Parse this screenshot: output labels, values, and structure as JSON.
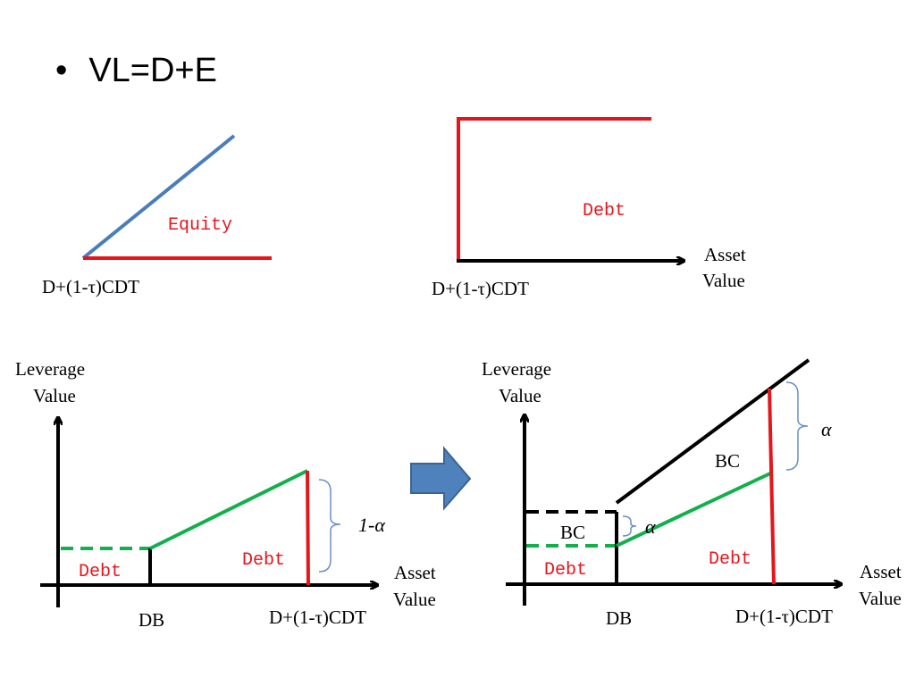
{
  "title": {
    "bullet": "•",
    "text": "VL=D+E"
  },
  "colors": {
    "red": "#e8141b",
    "blue": "#4a7ebb",
    "green": "#12b04c",
    "black": "#000000",
    "arrow": "#4f81bd",
    "arrow_stroke": "#3a6494",
    "brace": "#6a8ec8"
  },
  "panel_top_left": {
    "equity_label": "Equity",
    "x_label": "D+(1-τ)CDT"
  },
  "panel_top_right": {
    "debt_label": "Debt",
    "x_label": "D+(1-τ)CDT",
    "axis_label_1": "Asset",
    "axis_label_2": "Value"
  },
  "panel_bottom_left": {
    "y_label_1": "Leverage",
    "y_label_2": "Value",
    "x_label_1": "Asset",
    "x_label_2": "Value",
    "debt_left": "Debt",
    "debt_right": "Debt",
    "db_label": "DB",
    "cdt_label": "D+(1-τ)CDT",
    "brace_label": "1-α"
  },
  "panel_bottom_right": {
    "y_label_1": "Leverage",
    "y_label_2": "Value",
    "x_label_1": "Asset",
    "x_label_2": "Value",
    "debt_left": "Debt",
    "debt_right": "Debt",
    "bc_left": "BC",
    "bc_right": "BC",
    "db_label": "DB",
    "cdt_label": "D+(1-τ)CDT",
    "alpha_top": "α",
    "alpha_small": "α"
  },
  "transition_arrow": "right-arrow-icon"
}
